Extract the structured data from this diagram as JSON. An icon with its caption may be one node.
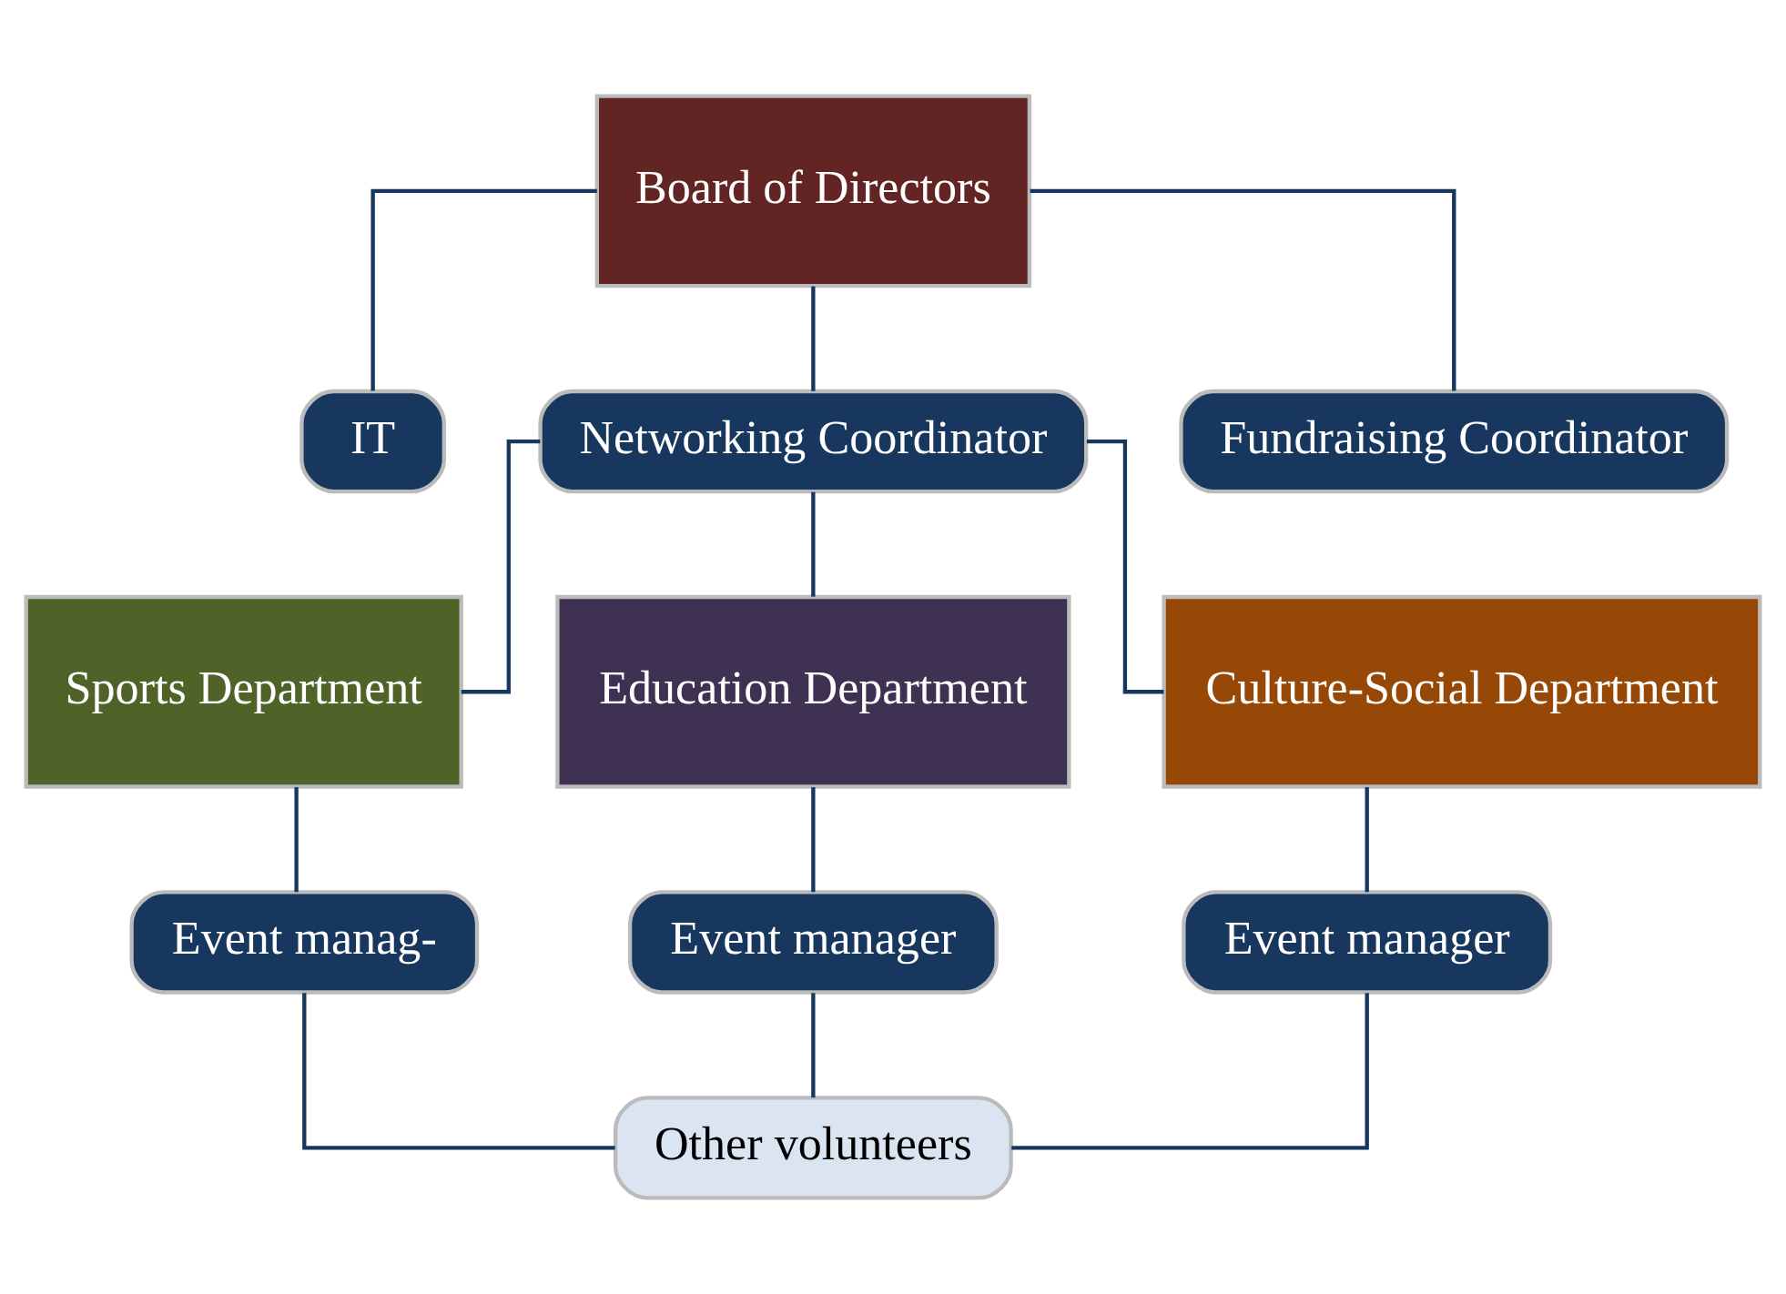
{
  "diagram": {
    "nodes": [
      {
        "text": [
          "Board of Directors"
        ]
      },
      {
        "text": [
          "IT"
        ]
      },
      {
        "text": [
          "Networking Coordinator"
        ]
      },
      {
        "text": [
          "Fundraising Coordinator"
        ]
      },
      {
        "text": [
          "Sports Department"
        ]
      },
      {
        "text": [
          "Education Department"
        ]
      },
      {
        "text": [
          "Culture-Social Department"
        ]
      },
      {
        "text": [
          "Event manag-"
        ]
      },
      {
        "text": [
          "Event manager"
        ]
      },
      {
        "text": [
          "Event manager"
        ]
      },
      {
        "text": [
          "Other volunteers"
        ]
      }
    ],
    "edges": [
      {
        "from": 0,
        "to": 1,
        "arrow": "none"
      },
      {
        "from": 0,
        "to": 2,
        "arrow": "none"
      },
      {
        "from": 0,
        "to": 3,
        "arrow": "none"
      },
      {
        "from": 2,
        "to": 4,
        "arrow": "none"
      },
      {
        "from": 2,
        "to": 5,
        "arrow": "none"
      },
      {
        "from": 2,
        "to": 6,
        "arrow": "none"
      },
      {
        "from": 4,
        "to": 7,
        "arrow": "none"
      },
      {
        "from": 5,
        "to": 8,
        "arrow": "none"
      },
      {
        "from": 6,
        "to": 9,
        "arrow": "none"
      },
      {
        "from": 7,
        "to": 10,
        "arrow": "none"
      },
      {
        "from": 8,
        "to": 10,
        "arrow": "none"
      },
      {
        "from": 9,
        "to": 10,
        "arrow": "none"
      }
    ]
  }
}
